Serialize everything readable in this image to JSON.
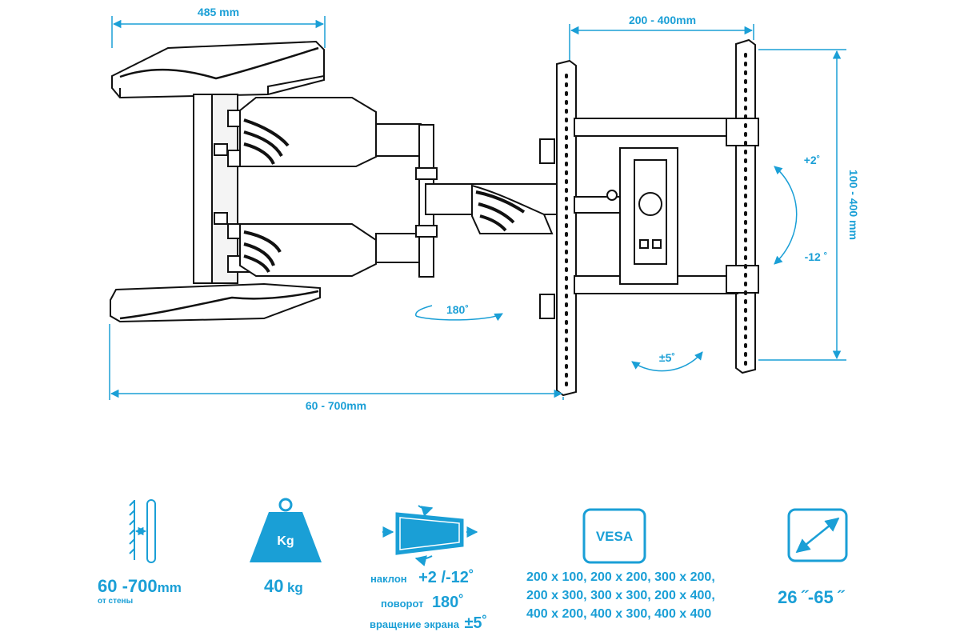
{
  "dimensions": {
    "width_top": "485 mm",
    "vesa_horizontal": "200 - 400mm",
    "vesa_vertical": "100 - 400 mm",
    "extension": "60 - 700mm",
    "swivel": "180˚",
    "tilt_up": "+2˚",
    "tilt_down": "-12 ˚",
    "rotation": "±5˚"
  },
  "features": {
    "distance": {
      "value": "60 -700",
      "unit": "mm",
      "note": "от стены"
    },
    "load": {
      "icon_label": "Kg",
      "value": "40",
      "unit": "kg"
    },
    "motion": {
      "tilt_label": "наклон",
      "tilt_value": "+2 /-12˚",
      "swivel_label": "поворот",
      "swivel_value": "180˚",
      "rotation_label": "вращение экрана",
      "rotation_value": "±5˚"
    },
    "vesa": {
      "icon_label": "VESA",
      "lines": [
        "200 x 100, 200 x 200, 300 x 200,",
        "200 x 300, 300 x 300, 200 x 400,",
        "400 x 200, 400 x 300, 400 x 400"
      ]
    },
    "screen": {
      "value": "26 ˝-65 ˝"
    }
  },
  "colors": {
    "accent": "#1a9fd6",
    "line": "#111111"
  }
}
